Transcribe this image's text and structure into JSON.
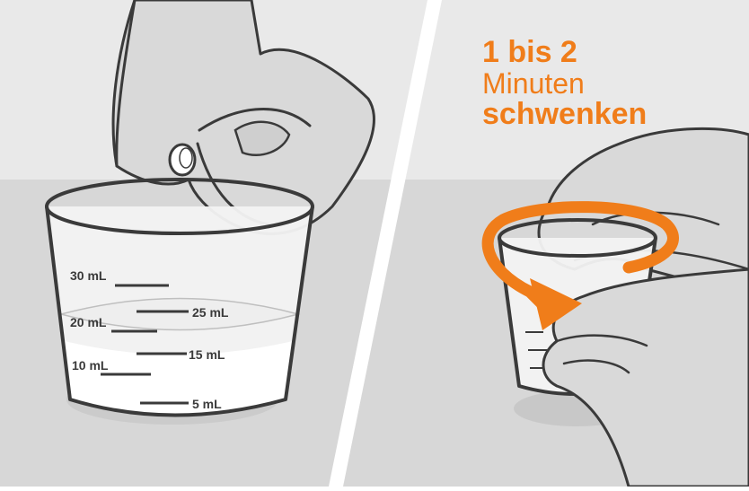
{
  "colors": {
    "accent": "#f07d1a",
    "panel_bg_top": "#e9e9e9",
    "table_surface": "#d7d7d7",
    "hand": "#d9d9d9",
    "outline": "#3a3a3a",
    "divider": "#ffffff"
  },
  "left_panel": {
    "cup_labels": {
      "ml_30": "30 mL",
      "ml_25": "25 mL",
      "ml_20": "20 mL",
      "ml_15": "15 mL",
      "ml_10": "10 mL",
      "ml_5": "5 mL"
    }
  },
  "right_panel": {
    "caption": {
      "line1": "1 bis 2",
      "line2": "Minuten",
      "line3": "schwenken"
    }
  },
  "icons": [
    "hand-dropping-tablet-illustration",
    "tablet-icon",
    "measuring-cup-illustration",
    "swirl-arrow-icon",
    "hand-holding-cup-illustration"
  ]
}
